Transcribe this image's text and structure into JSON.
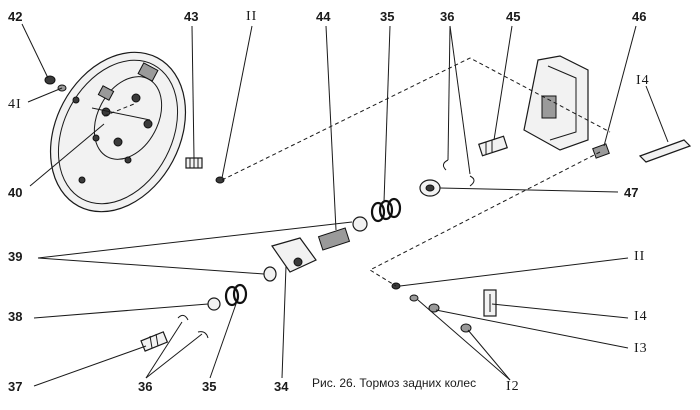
{
  "caption": "Рис. 26. Тормоз задних колес",
  "labels": {
    "n42": "42",
    "n41": "4I",
    "n40": "40",
    "n39": "39",
    "n38": "38",
    "n37": "37",
    "n43": "43",
    "n11_top": "II",
    "n44": "44",
    "n35_top": "35",
    "n36_top": "36",
    "n45": "45",
    "n46": "46",
    "n14_top": "I4",
    "n47": "47",
    "n11_right": "II",
    "n14_right": "I4",
    "n13": "I3",
    "n12": "I2",
    "n36_bottom": "36",
    "n35_bottom": "35",
    "n34": "34"
  }
}
